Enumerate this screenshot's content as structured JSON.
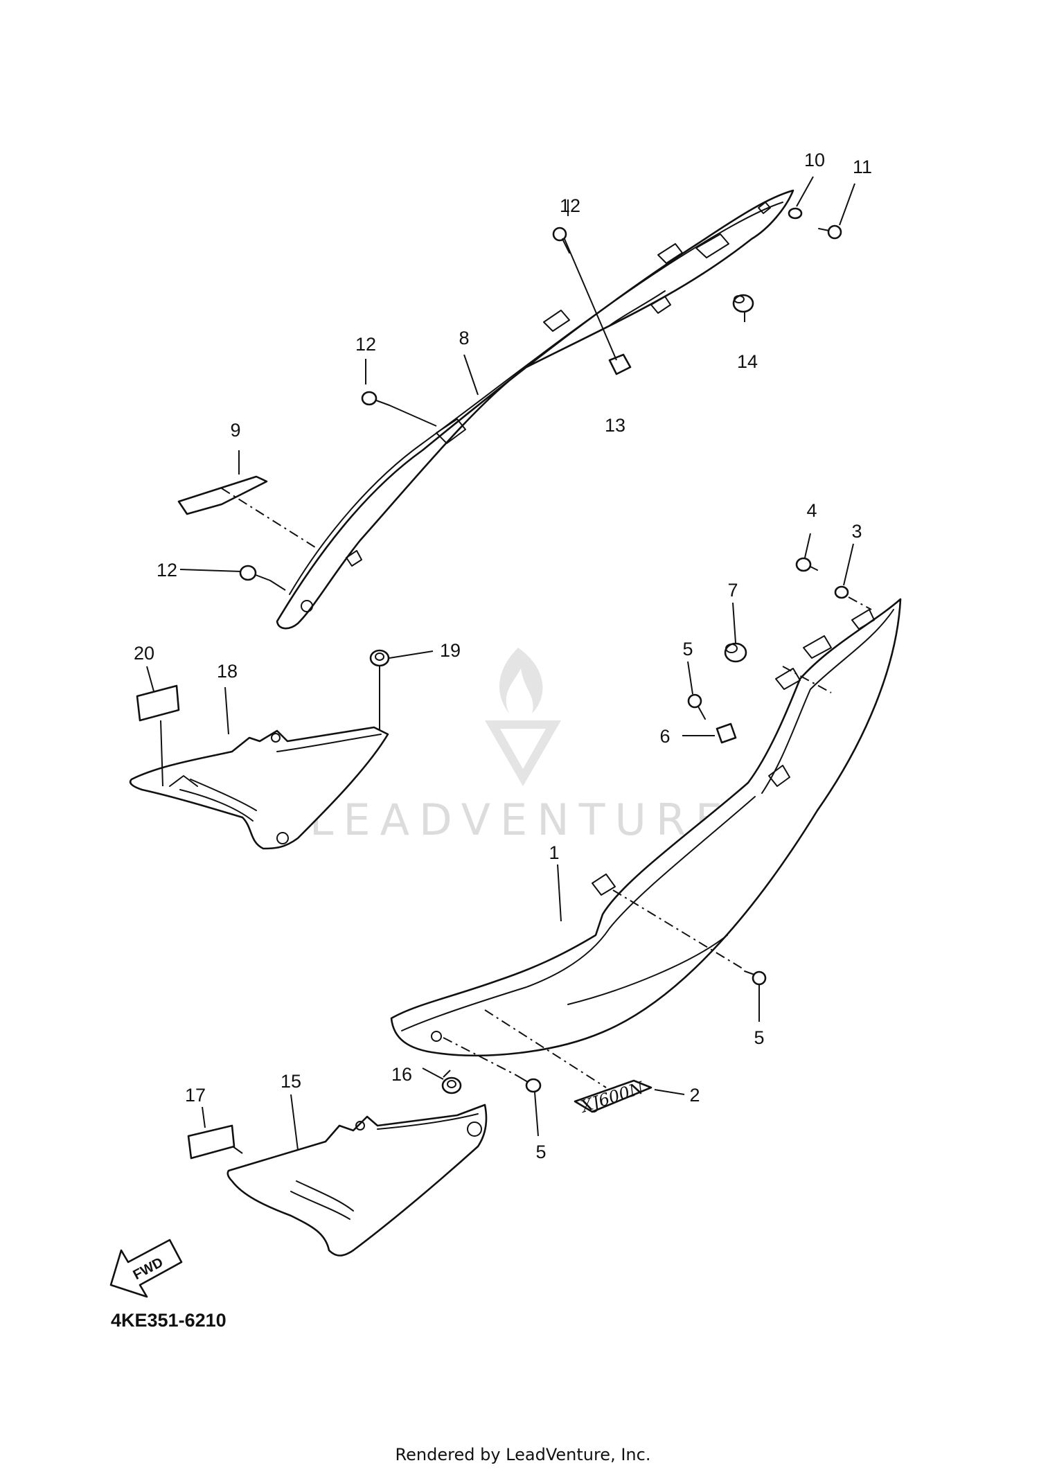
{
  "diagram_code": "4KE351-6210",
  "footer": "Rendered by LeadVenture, Inc.",
  "watermark": "LEADVENTURE",
  "fwd_label": "FWD",
  "emblem_text": "XJ600N",
  "callouts": {
    "c1": "1",
    "c2": "2",
    "c3": "3",
    "c4": "4",
    "c5a": "5",
    "c5b": "5",
    "c5c": "5",
    "c6": "6",
    "c7": "7",
    "c8": "8",
    "c9": "9",
    "c10": "10",
    "c11": "11",
    "c12a": "12",
    "c12b": "12",
    "c12c": "12",
    "c13": "13",
    "c14": "14",
    "c15": "15",
    "c16": "16",
    "c17": "17",
    "c18": "18",
    "c19": "19",
    "c20": "20"
  }
}
